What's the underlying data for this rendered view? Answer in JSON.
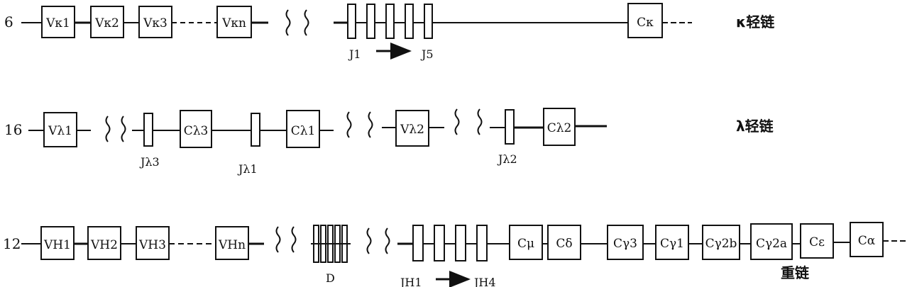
{
  "rows": [
    {
      "id": "kappa",
      "chromosome": "6",
      "label": "κ轻链",
      "v_segments": [
        "Vκ1",
        "Vκ2",
        "Vκ3",
        "Vκn"
      ],
      "j_range_label": {
        "start": "J1",
        "end": "J5"
      },
      "c_segments": [
        "Cκ"
      ]
    },
    {
      "id": "lambda",
      "chromosome": "16",
      "label": "λ轻链",
      "v_segments": [
        "Vλ1",
        "Vλ2"
      ],
      "j_labels": [
        "Jλ3",
        "Jλ1",
        "Jλ2"
      ],
      "c_segments": [
        "Cλ3",
        "Cλ1",
        "Cλ2"
      ]
    },
    {
      "id": "heavy",
      "chromosome": "12",
      "label": "重链",
      "v_segments": [
        "VH1",
        "VH2",
        "VH3",
        "VHn"
      ],
      "d_label": "D",
      "j_range_label": {
        "start": "JH1",
        "end": "JH4"
      },
      "c_segments": [
        "Cμ",
        "Cδ",
        "Cγ3",
        "Cγ1",
        "Cγ2b",
        "Cγ2a",
        "Cε",
        "Cα"
      ]
    }
  ]
}
